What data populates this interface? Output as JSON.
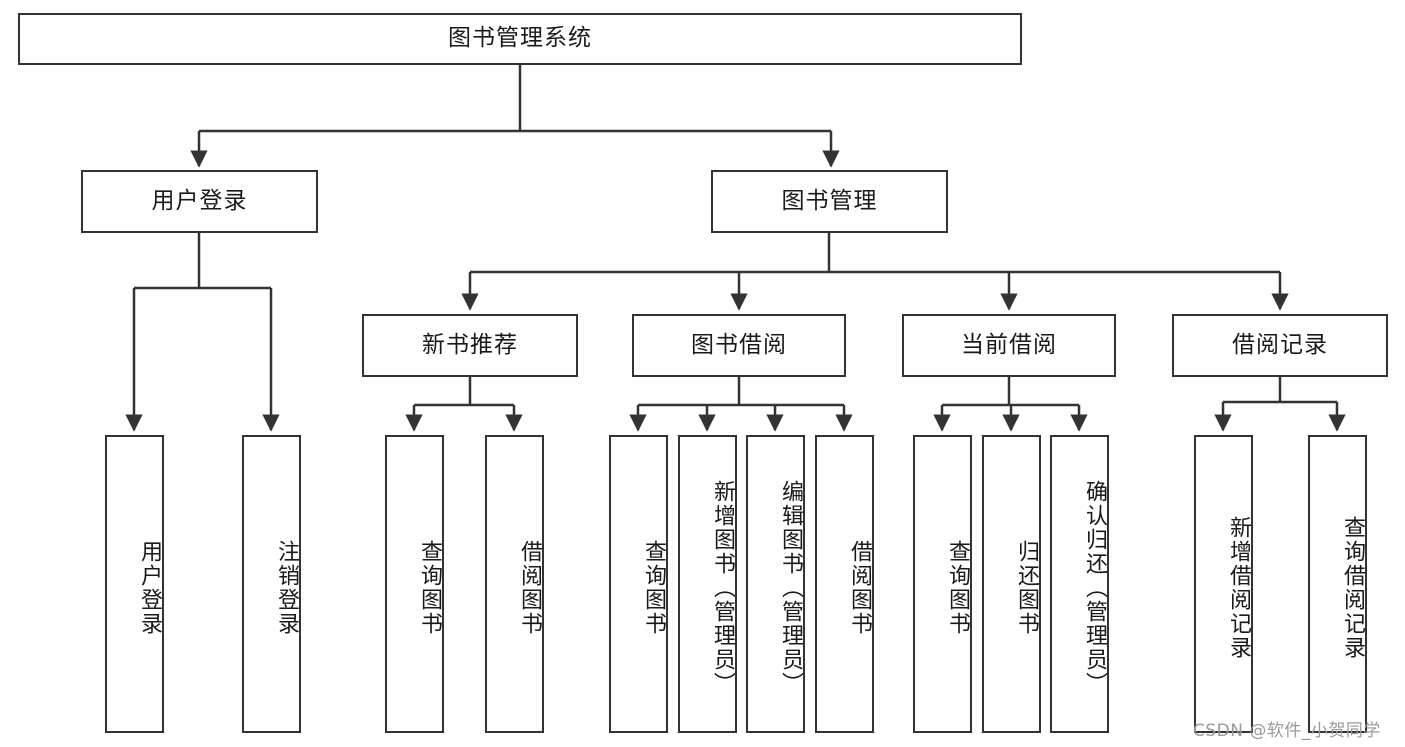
{
  "diagram": {
    "type": "tree",
    "title": "图书管理系统",
    "orientation": "top-down",
    "colors": {
      "box_border": "#333333",
      "box_fill": "#ffffff",
      "connector": "#333333",
      "text": "#1a1a1a",
      "watermark": "#9a9a9a",
      "background": "#ffffff"
    },
    "watermark": "CSDN @软件_小贺同学",
    "nodes": {
      "root": {
        "label": "图书管理系统",
        "level": 0
      },
      "level1": [
        {
          "id": "user-login",
          "label": "用户登录"
        },
        {
          "id": "book-management",
          "label": "图书管理"
        }
      ],
      "level2": [
        {
          "id": "new-book-recommend",
          "label": "新书推荐",
          "parent": "book-management"
        },
        {
          "id": "book-borrow",
          "label": "图书借阅",
          "parent": "book-management"
        },
        {
          "id": "current-borrow",
          "label": "当前借阅",
          "parent": "book-management"
        },
        {
          "id": "borrow-record",
          "label": "借阅记录",
          "parent": "book-management"
        }
      ],
      "leaves": [
        {
          "id": "leaf-user-login",
          "label": "用户登录",
          "parent": "user-login"
        },
        {
          "id": "leaf-logout",
          "label": "注销登录",
          "parent": "user-login"
        },
        {
          "id": "leaf-query-book-1",
          "label": "查询图书",
          "parent": "new-book-recommend"
        },
        {
          "id": "leaf-borrow-book-1",
          "label": "借阅图书",
          "parent": "new-book-recommend"
        },
        {
          "id": "leaf-query-book-2",
          "label": "查询图书",
          "parent": "book-borrow"
        },
        {
          "id": "leaf-add-book",
          "label": "新增图书（管理员）",
          "parent": "book-borrow"
        },
        {
          "id": "leaf-edit-book",
          "label": "编辑图书（管理员）",
          "parent": "book-borrow"
        },
        {
          "id": "leaf-borrow-book-2",
          "label": "借阅图书",
          "parent": "book-borrow"
        },
        {
          "id": "leaf-query-book-3",
          "label": "查询图书",
          "parent": "current-borrow"
        },
        {
          "id": "leaf-return-book",
          "label": "归还图书",
          "parent": "current-borrow"
        },
        {
          "id": "leaf-confirm-return",
          "label": "确认归还（管理员）",
          "parent": "current-borrow"
        },
        {
          "id": "leaf-add-record",
          "label": "新增借阅记录",
          "parent": "borrow-record"
        },
        {
          "id": "leaf-query-record",
          "label": "查询借阅记录",
          "parent": "borrow-record"
        }
      ]
    }
  }
}
